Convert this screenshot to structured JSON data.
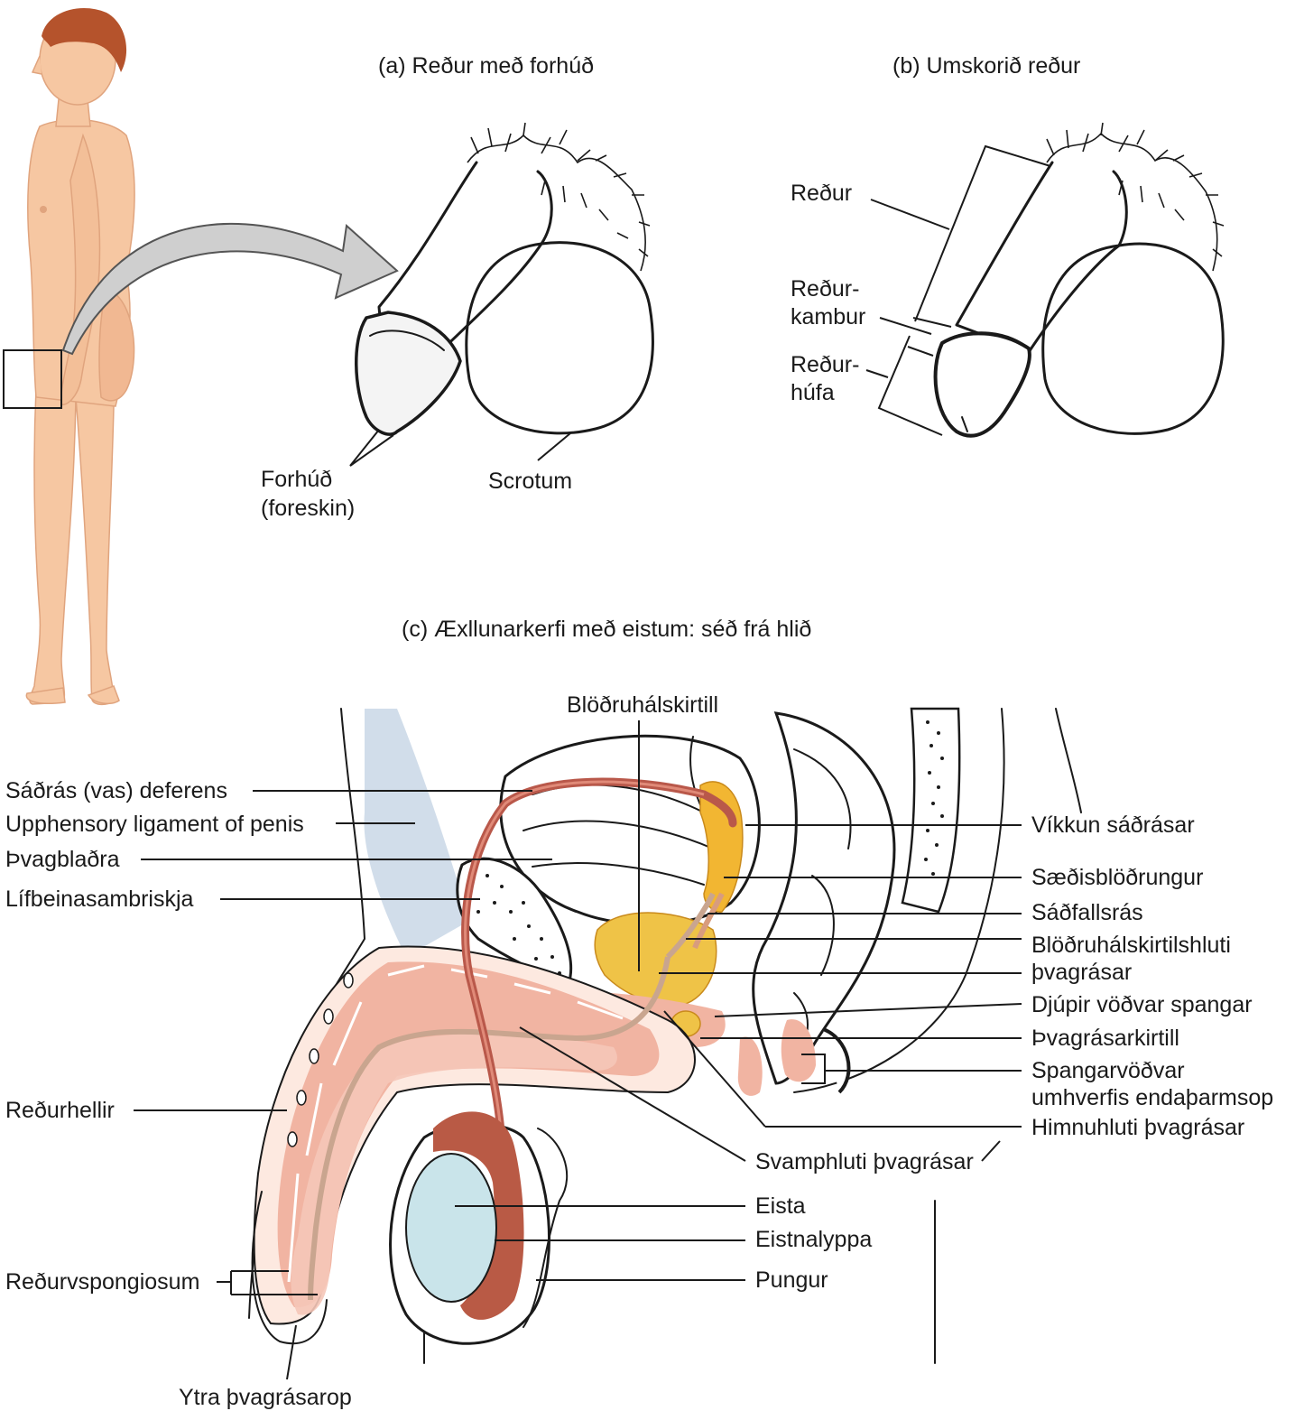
{
  "colors": {
    "skin": "#f6c7a2",
    "skin_shade": "#e9ac84",
    "hair": "#b5532c",
    "arrow": "#cfcfcf",
    "duct": "#b9584a",
    "seminal_vesicle": "#f2b632",
    "prostate": "#efc347",
    "erectile": "#f1b4a2",
    "erectile_dot": "#d9776a",
    "testis": "#c9e4ea",
    "epididymis": "#b95a45",
    "ligament": "#c9d7e6",
    "bone": "#ffffff",
    "line": "#1a1a1a"
  },
  "panel_a": {
    "title": "(a) Reður með forhúð",
    "labels": {
      "foreskin_1": "Forhúð",
      "foreskin_2": "(foreskin)",
      "scrotum": "Scrotum"
    }
  },
  "panel_b": {
    "title": "(b) Umskorið reður",
    "labels": {
      "penis": "Reður",
      "corona_1": "Reður-",
      "corona_2": "kambur",
      "glans_1": "Reður-",
      "glans_2": "húfa"
    }
  },
  "panel_c": {
    "title": "(c) Æxllunarkerfi með eistum: séð frá hlið",
    "labels": {
      "prostate_top": "Blöðruhálskirtill",
      "vas_deferens": "Sáðrás (vas) deferens",
      "suspensory": "Upphensory ligament of penis",
      "bladder": "Þvagblaðra",
      "pubic": "Lífbeinasambriskja",
      "ampulla": "Víkkun sáðrásar",
      "seminal_vesicle": "Sæðisblöðrungur",
      "ejaculatory": "Sáðfallsrás",
      "prostatic_urethra_1": "Blöðruhálskirtilshluti",
      "prostatic_urethra_2": "þvagrásar",
      "deep_perineal": "Djúpir vöðvar spangar",
      "bulbourethral": "Þvagrásarkirtill",
      "anal_1": "Spangarvöðvar",
      "anal_2": "umhverfis endaþarmsop",
      "membranous": "Himnuhluti þvagrásar",
      "cavernosum": "Reðurhellir",
      "spongy": "Svamphluti þvagrásar",
      "testis": "Eista",
      "epididymis": "Eistnalyppa",
      "scrotum": "Pungur",
      "spongiosum": "Reðurvspongiosum",
      "meatus": "Ytra þvagrásarop"
    }
  }
}
